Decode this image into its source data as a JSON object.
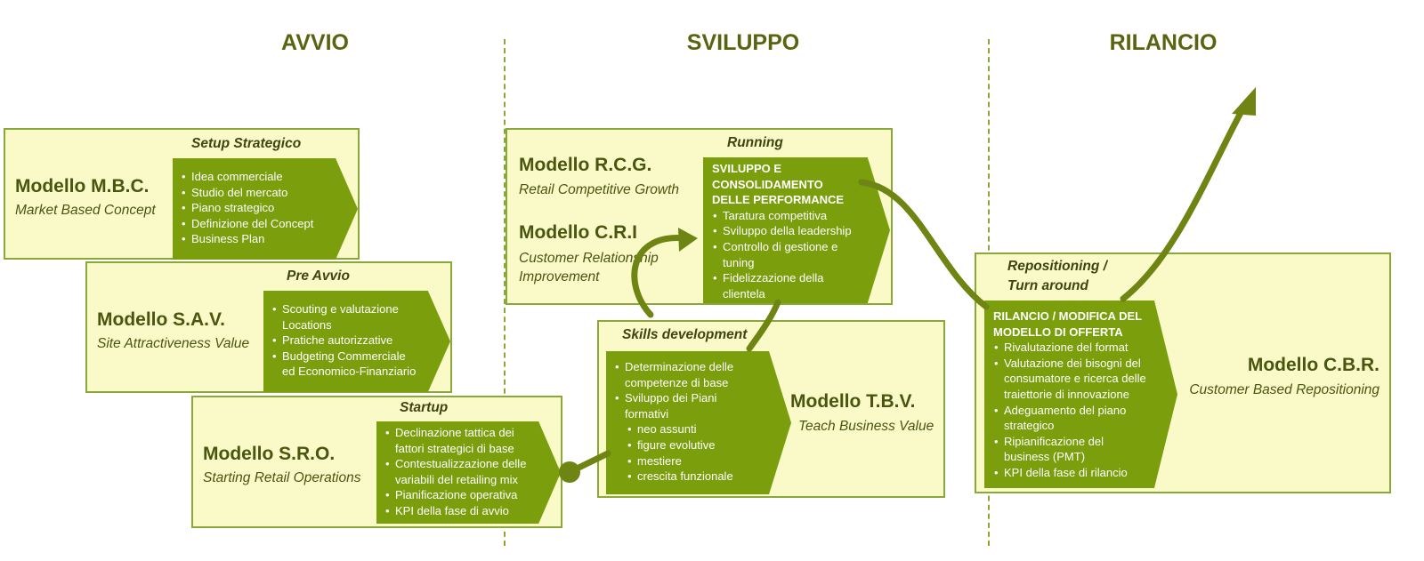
{
  "phases": {
    "avvio": "AVVIO",
    "sviluppo": "SVILUPPO",
    "rilancio": "RILANCIO"
  },
  "colors": {
    "accent": "#7a9e0c",
    "card_bg": "#fafac8",
    "card_border": "#8aa83a",
    "title": "#5a6410",
    "curve": "#6e8513"
  },
  "mbc": {
    "title": "Setup Strategico",
    "model": "Modello M.B.C.",
    "subtitle": "Market Based Concept",
    "items": [
      "Idea commerciale",
      "Studio del mercato",
      "Piano strategico",
      "Definizione del Concept",
      "Business Plan"
    ]
  },
  "sav": {
    "title": "Pre Avvio",
    "model": "Modello S.A.V.",
    "subtitle": "Site Attractiveness Value",
    "items": [
      "Scouting e valutazione Locations",
      "Pratiche autorizzative",
      "Budgeting Commerciale ed Economico-Finanziario"
    ]
  },
  "sro": {
    "title": "Startup",
    "model": "Modello S.R.O.",
    "subtitle": "Starting Retail Operations",
    "items": [
      "Declinazione tattica dei fattori strategici di base",
      "Contestualizzazione delle variabili del retailing mix",
      "Pianificazione operativa",
      "KPI della fase di avvio"
    ]
  },
  "running": {
    "title": "Running",
    "model1": "Modello R.C.G.",
    "subtitle1": "Retail Competitive Growth",
    "model2": "Modello C.R.I",
    "subtitle2_line1": "Customer Relationship",
    "subtitle2_line2": "Improvement",
    "head": "SVILUPPO E CONSOLIDAMENTO DELLE PERFORMANCE",
    "items": [
      "Taratura competitiva",
      "Sviluppo della leadership",
      "Controllo di gestione e tuning",
      "Fidelizzazione della clientela"
    ]
  },
  "tbv": {
    "title": "Skills development",
    "model": "Modello T.B.V.",
    "subtitle": "Teach Business Value",
    "items": [
      "Determinazione delle competenze di base",
      "Sviluppo dei Piani formativi"
    ],
    "subitems": [
      "neo assunti",
      "figure evolutive",
      "mestiere",
      "crescita funzionale"
    ]
  },
  "cbr": {
    "title_line1": "Repositioning /",
    "title_line2": "Turn around",
    "model": "Modello C.B.R.",
    "subtitle": "Customer Based Repositioning",
    "head": "RILANCIO / MODIFICA DEL MODELLO DI OFFERTA",
    "items": [
      "Rivalutazione del format",
      "Valutazione dei bisogni del consumatore e ricerca delle traiettorie di innovazione",
      "Adeguamento del piano strategico",
      "Ripianificazione del business (PMT)",
      "KPI della fase di rilancio"
    ]
  }
}
